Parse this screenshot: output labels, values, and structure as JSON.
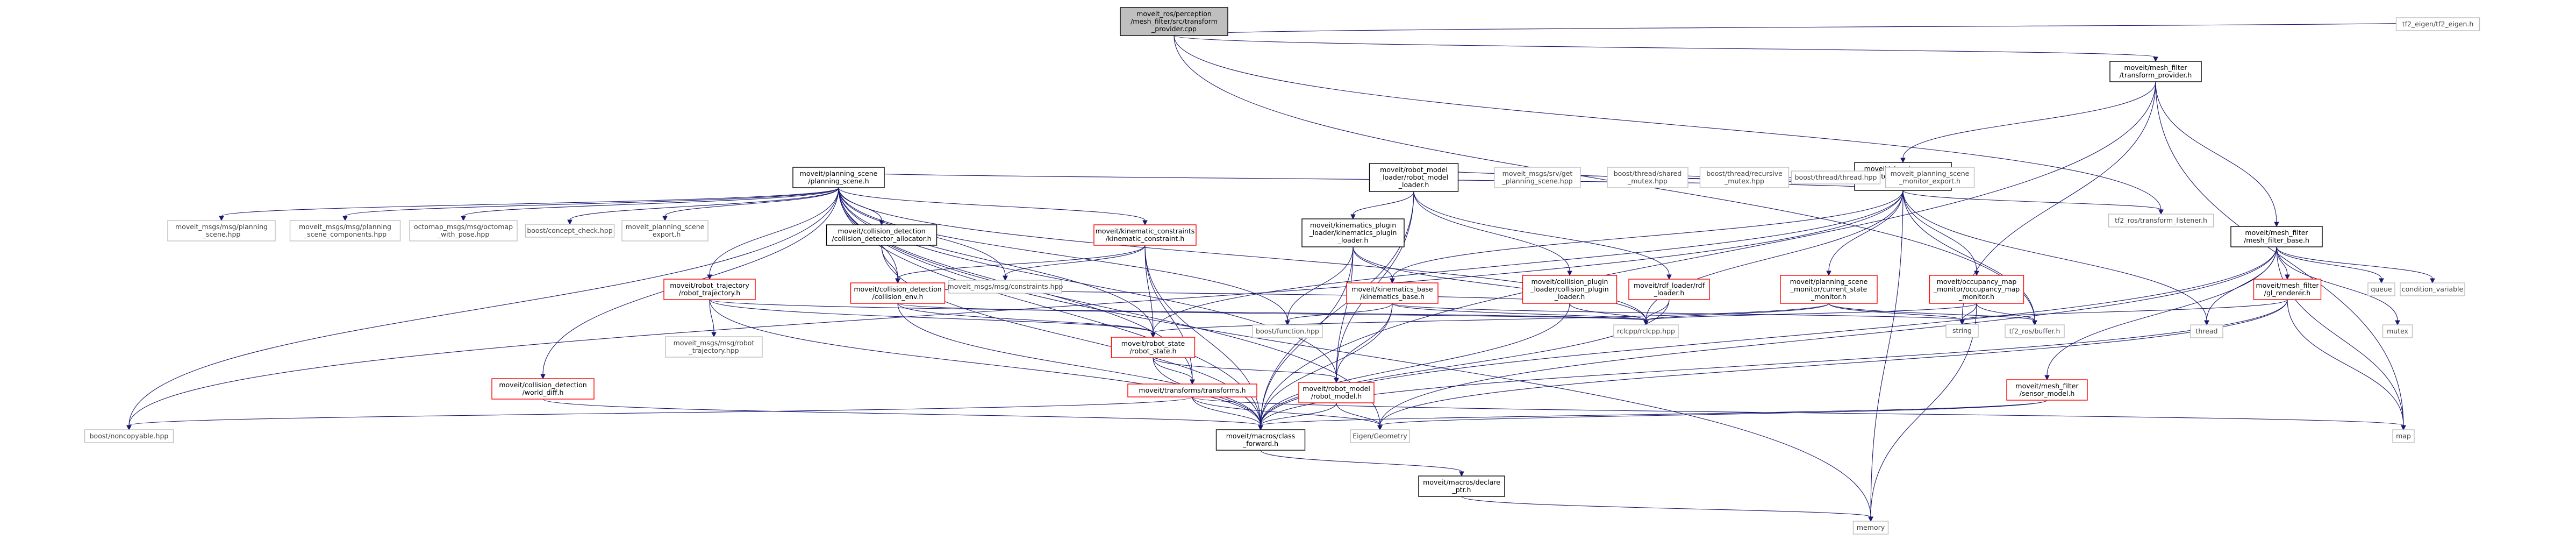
{
  "colors": {
    "edge": "#191970",
    "border_black": "#000000",
    "border_gray": "#bfbfbf",
    "border_red": "#ff0000",
    "root_fill": "#bfbfbf",
    "text_dark": "#000000",
    "text_gray": "#404040"
  },
  "nodes": [
    {
      "id": "root",
      "lines": [
        "moveit_ros/perception",
        "/mesh_filter/src/transform",
        "_provider.cpp"
      ],
      "kind": "root"
    },
    {
      "id": "tp",
      "lines": [
        "moveit/mesh_filter",
        "/transform_provider.h"
      ],
      "kind": "doc"
    },
    {
      "id": "tf2eigen",
      "lines": [
        "tf2_eigen/tf2_eigen.h"
      ],
      "kind": "ext"
    },
    {
      "id": "psm",
      "lines": [
        "moveit/planning_scene",
        "_monitor/planning_scene",
        "_monitor.h"
      ],
      "kind": "doc"
    },
    {
      "id": "tf2listener",
      "lines": [
        "tf2_ros/transform_listener.h"
      ],
      "kind": "ext"
    },
    {
      "id": "mfb",
      "lines": [
        "moveit/mesh_filter",
        "/mesh_filter_base.h"
      ],
      "kind": "doc"
    },
    {
      "id": "ps",
      "lines": [
        "moveit/planning_scene",
        "/planning_scene.h"
      ],
      "kind": "doc"
    },
    {
      "id": "rml",
      "lines": [
        "moveit/robot_model",
        "_loader/robot_model",
        "_loader.h"
      ],
      "kind": "doc"
    },
    {
      "id": "mmps",
      "lines": [
        "moveit_msgs/srv/get",
        "_planning_scene.hpp"
      ],
      "kind": "ext"
    },
    {
      "id": "shmutex",
      "lines": [
        "boost/thread/shared",
        "_mutex.hpp"
      ],
      "kind": "ext"
    },
    {
      "id": "recmutex",
      "lines": [
        "boost/thread/recursive",
        "_mutex.hpp"
      ],
      "kind": "ext"
    },
    {
      "id": "bthread",
      "lines": [
        "boost/thread/thread.hpp"
      ],
      "kind": "ext"
    },
    {
      "id": "psmexport",
      "lines": [
        "moveit_planning_scene",
        "_monitor_export.h"
      ],
      "kind": "ext"
    },
    {
      "id": "queue",
      "lines": [
        "queue"
      ],
      "kind": "ext"
    },
    {
      "id": "condvar",
      "lines": [
        "condition_variable"
      ],
      "kind": "ext"
    },
    {
      "id": "mmpsh",
      "lines": [
        "moveit_msgs/msg/planning",
        "_scene.hpp"
      ],
      "kind": "ext"
    },
    {
      "id": "mmpsc",
      "lines": [
        "moveit_msgs/msg/planning",
        "_scene_components.hpp"
      ],
      "kind": "ext"
    },
    {
      "id": "octomap",
      "lines": [
        "octomap_msgs/msg/octomap",
        "_with_pose.hpp"
      ],
      "kind": "ext"
    },
    {
      "id": "concept",
      "lines": [
        "boost/concept_check.hpp"
      ],
      "kind": "ext"
    },
    {
      "id": "psexport",
      "lines": [
        "moveit_planning_scene",
        "_export.h"
      ],
      "kind": "ext"
    },
    {
      "id": "cda",
      "lines": [
        "moveit/collision_detection",
        "/collision_detector_allocator.h"
      ],
      "kind": "doc"
    },
    {
      "id": "kc",
      "lines": [
        "moveit/kinematic_constraints",
        "/kinematic_constraint.h"
      ],
      "kind": "red"
    },
    {
      "id": "mmconstr",
      "lines": [
        "moveit_msgs/msg/constraints.hpp"
      ],
      "kind": "ext"
    },
    {
      "id": "kpl",
      "lines": [
        "moveit/kinematics_plugin",
        "_loader/kinematics_plugin",
        "_loader.h"
      ],
      "kind": "doc"
    },
    {
      "id": "cpl",
      "lines": [
        "moveit/collision_plugin",
        "_loader/collision_plugin",
        "_loader.h"
      ],
      "kind": "red"
    },
    {
      "id": "rdf",
      "lines": [
        "moveit/rdf_loader/rdf",
        "_loader.h"
      ],
      "kind": "red"
    },
    {
      "id": "csm",
      "lines": [
        "moveit/planning_scene",
        "_monitor/current_state",
        "_monitor.h"
      ],
      "kind": "red"
    },
    {
      "id": "omm",
      "lines": [
        "moveit/occupancy_map",
        "_monitor/occupancy_map",
        "_monitor.h"
      ],
      "kind": "red"
    },
    {
      "id": "glr",
      "lines": [
        "moveit/mesh_filter",
        "/gl_renderer.h"
      ],
      "kind": "red"
    },
    {
      "id": "rt",
      "lines": [
        "moveit/robot_trajectory",
        "/robot_trajectory.h"
      ],
      "kind": "red"
    },
    {
      "id": "ce",
      "lines": [
        "moveit/collision_detection",
        "/collision_env.h"
      ],
      "kind": "red"
    },
    {
      "id": "kb",
      "lines": [
        "moveit/kinematics_base",
        "/kinematics_base.h"
      ],
      "kind": "red"
    },
    {
      "id": "rcl",
      "lines": [
        "rclcpp/rclcpp.hpp"
      ],
      "kind": "ext"
    },
    {
      "id": "string",
      "lines": [
        "string"
      ],
      "kind": "ext"
    },
    {
      "id": "tf2buf",
      "lines": [
        "tf2_ros/buffer.h"
      ],
      "kind": "ext"
    },
    {
      "id": "thread",
      "lines": [
        "thread"
      ],
      "kind": "ext"
    },
    {
      "id": "mutex",
      "lines": [
        "mutex"
      ],
      "kind": "ext"
    },
    {
      "id": "mmrt",
      "lines": [
        "moveit_msgs/msg/robot",
        "_trajectory.hpp"
      ],
      "kind": "ext"
    },
    {
      "id": "rs",
      "lines": [
        "moveit/robot_state",
        "/robot_state.h"
      ],
      "kind": "red"
    },
    {
      "id": "bfunc",
      "lines": [
        "boost/function.hpp"
      ],
      "kind": "ext"
    },
    {
      "id": "wd",
      "lines": [
        "moveit/collision_detection",
        "/world_diff.h"
      ],
      "kind": "red"
    },
    {
      "id": "tr",
      "lines": [
        "moveit/transforms/transforms.h"
      ],
      "kind": "red"
    },
    {
      "id": "rm",
      "lines": [
        "moveit/robot_model",
        "/robot_model.h"
      ],
      "kind": "red"
    },
    {
      "id": "sm",
      "lines": [
        "moveit/mesh_filter",
        "/sensor_model.h"
      ],
      "kind": "red"
    },
    {
      "id": "noncopy",
      "lines": [
        "boost/noncopyable.hpp"
      ],
      "kind": "ext"
    },
    {
      "id": "cf",
      "lines": [
        "moveit/macros/class",
        "_forward.h"
      ],
      "kind": "doc"
    },
    {
      "id": "eigen",
      "lines": [
        "Eigen/Geometry"
      ],
      "kind": "ext"
    },
    {
      "id": "map",
      "lines": [
        "map"
      ],
      "kind": "ext"
    },
    {
      "id": "dp",
      "lines": [
        "moveit/macros/declare",
        "_ptr.h"
      ],
      "kind": "doc"
    },
    {
      "id": "memory",
      "lines": [
        "memory"
      ],
      "kind": "ext"
    }
  ],
  "edges": [
    [
      "root",
      "tp"
    ],
    [
      "root",
      "tf2eigen"
    ],
    [
      "root",
      "tf2listener"
    ],
    [
      "root",
      "tf2buf"
    ],
    [
      "tp",
      "psm"
    ],
    [
      "tp",
      "mfb"
    ],
    [
      "tp",
      "cf"
    ],
    [
      "tp",
      "string"
    ],
    [
      "tp",
      "map"
    ],
    [
      "psm",
      "ps"
    ],
    [
      "psm",
      "rml"
    ],
    [
      "psm",
      "mmps"
    ],
    [
      "psm",
      "shmutex"
    ],
    [
      "psm",
      "recmutex"
    ],
    [
      "psm",
      "bthread"
    ],
    [
      "psm",
      "psmexport"
    ],
    [
      "psm",
      "tf2listener"
    ],
    [
      "psm",
      "csm"
    ],
    [
      "psm",
      "omm"
    ],
    [
      "psm",
      "tf2buf"
    ],
    [
      "psm",
      "thread"
    ],
    [
      "psm",
      "memory"
    ],
    [
      "psm",
      "noncopy"
    ],
    [
      "psm",
      "rcl"
    ],
    [
      "psm",
      "kb"
    ],
    [
      "psm",
      "rs"
    ],
    [
      "mfb",
      "glr"
    ],
    [
      "mfb",
      "sm"
    ],
    [
      "mfb",
      "queue"
    ],
    [
      "mfb",
      "condvar"
    ],
    [
      "mfb",
      "thread"
    ],
    [
      "mfb",
      "mutex"
    ],
    [
      "mfb",
      "map"
    ],
    [
      "mfb",
      "cf"
    ],
    [
      "mfb",
      "eigen"
    ],
    [
      "ps",
      "mmpsh"
    ],
    [
      "ps",
      "mmpsc"
    ],
    [
      "ps",
      "octomap"
    ],
    [
      "ps",
      "concept"
    ],
    [
      "ps",
      "psexport"
    ],
    [
      "ps",
      "cda"
    ],
    [
      "ps",
      "kc"
    ],
    [
      "ps",
      "mmconstr"
    ],
    [
      "ps",
      "rt"
    ],
    [
      "ps",
      "ce"
    ],
    [
      "ps",
      "wd"
    ],
    [
      "ps",
      "rs"
    ],
    [
      "ps",
      "tr"
    ],
    [
      "ps",
      "rm"
    ],
    [
      "ps",
      "noncopy"
    ],
    [
      "ps",
      "cf"
    ],
    [
      "ps",
      "bfunc"
    ],
    [
      "ps",
      "memory"
    ],
    [
      "ps",
      "rcl"
    ],
    [
      "ps",
      "eigen"
    ],
    [
      "rml",
      "kpl"
    ],
    [
      "rml",
      "cpl"
    ],
    [
      "rml",
      "rdf"
    ],
    [
      "rml",
      "cf"
    ],
    [
      "rml",
      "rm"
    ],
    [
      "kpl",
      "kb"
    ],
    [
      "kpl",
      "rcl"
    ],
    [
      "kpl",
      "bfunc"
    ],
    [
      "kpl",
      "cf"
    ],
    [
      "kpl",
      "rm"
    ],
    [
      "cpl",
      "ce"
    ],
    [
      "cpl",
      "rcl"
    ],
    [
      "cpl",
      "cf"
    ],
    [
      "rdf",
      "rcl"
    ],
    [
      "rdf",
      "cf"
    ],
    [
      "csm",
      "rs"
    ],
    [
      "csm",
      "rcl"
    ],
    [
      "csm",
      "string"
    ],
    [
      "csm",
      "tf2buf"
    ],
    [
      "omm",
      "tf2buf"
    ],
    [
      "omm",
      "string"
    ],
    [
      "omm",
      "memory"
    ],
    [
      "omm",
      "rcl"
    ],
    [
      "glr",
      "string"
    ],
    [
      "glr",
      "map"
    ],
    [
      "glr",
      "eigen"
    ],
    [
      "glr",
      "cf"
    ],
    [
      "cda",
      "ce"
    ],
    [
      "cda",
      "cf"
    ],
    [
      "kc",
      "mmconstr"
    ],
    [
      "kc",
      "rs"
    ],
    [
      "kc",
      "ce"
    ],
    [
      "kc",
      "cf"
    ],
    [
      "kc",
      "tr"
    ],
    [
      "rt",
      "mmrt"
    ],
    [
      "rt",
      "rs"
    ],
    [
      "rt",
      "cf"
    ],
    [
      "rt",
      "rcl"
    ],
    [
      "ce",
      "rs"
    ],
    [
      "ce",
      "cf"
    ],
    [
      "ce",
      "rcl"
    ],
    [
      "kb",
      "rcl"
    ],
    [
      "kb",
      "bfunc"
    ],
    [
      "kb",
      "cf"
    ],
    [
      "kb",
      "string"
    ],
    [
      "kb",
      "rm"
    ],
    [
      "rs",
      "tr"
    ],
    [
      "rs",
      "rm"
    ],
    [
      "rs",
      "cf"
    ],
    [
      "wd",
      "cf"
    ],
    [
      "tr",
      "cf"
    ],
    [
      "tr",
      "eigen"
    ],
    [
      "tr",
      "noncopy"
    ],
    [
      "tr",
      "map"
    ],
    [
      "rm",
      "cf"
    ],
    [
      "rm",
      "eigen"
    ],
    [
      "sm",
      "cf"
    ],
    [
      "sm",
      "eigen"
    ],
    [
      "cf",
      "dp"
    ],
    [
      "dp",
      "memory"
    ]
  ]
}
